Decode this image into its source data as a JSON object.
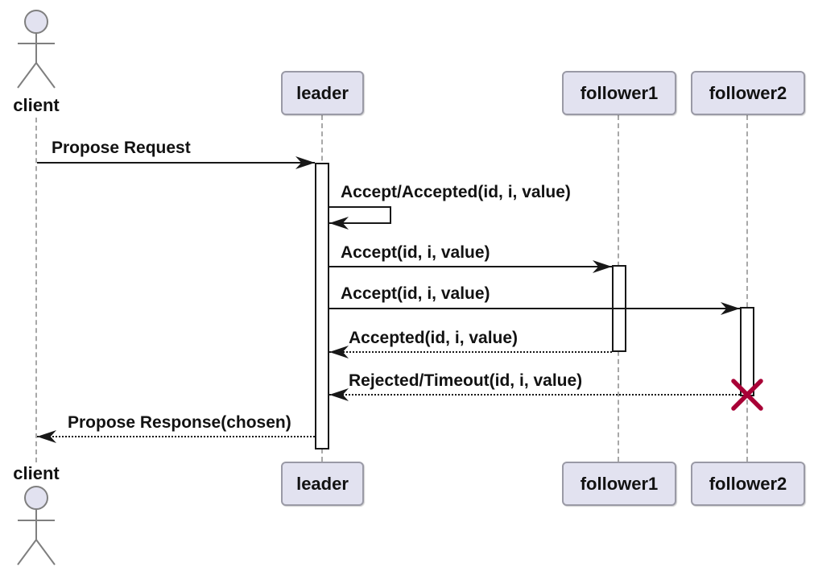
{
  "diagram": {
    "type": "uml-sequence",
    "actor": {
      "name": "client"
    },
    "participants": [
      {
        "label": "leader"
      },
      {
        "label": "follower1"
      },
      {
        "label": "follower2"
      }
    ],
    "messages": [
      {
        "label": "Propose Request",
        "from": "client",
        "to": "leader",
        "line": "solid"
      },
      {
        "label": "Accept/Accepted(id, i, value)",
        "from": "leader",
        "to": "leader",
        "line": "solid",
        "self": true
      },
      {
        "label": "Accept(id, i, value)",
        "from": "leader",
        "to": "follower1",
        "line": "solid"
      },
      {
        "label": "Accept(id, i, value)",
        "from": "leader",
        "to": "follower2",
        "line": "solid"
      },
      {
        "label": "Accepted(id, i, value)",
        "from": "follower1",
        "to": "leader",
        "line": "dotted"
      },
      {
        "label": "Rejected/Timeout(id, i, value)",
        "from": "follower2",
        "to": "leader",
        "line": "dotted",
        "destroy_at_source": true
      },
      {
        "label": "Propose Response(chosen)",
        "from": "leader",
        "to": "client",
        "line": "dotted"
      }
    ],
    "colors": {
      "background": "#FFFFFF",
      "participant_fill": "#E2E2F0",
      "participant_border": "#9A9AA6",
      "actor_stroke": "#7F7F7F",
      "lifeline": "#A8A8A8",
      "message": "#181818",
      "text": "#121212",
      "destroy_x": "#A80036"
    }
  }
}
